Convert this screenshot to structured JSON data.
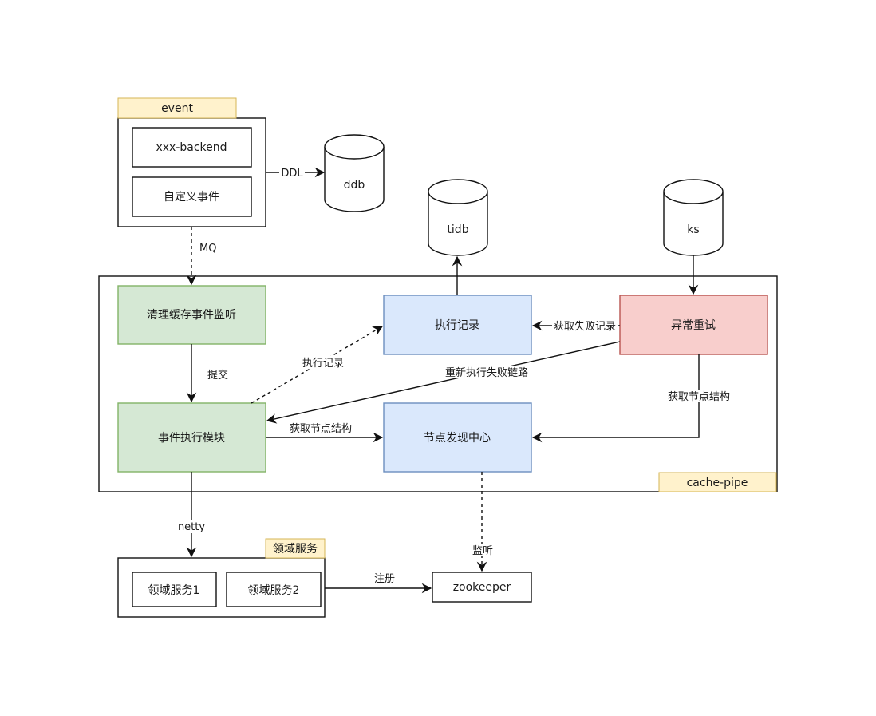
{
  "groups": {
    "event": {
      "tag": "event"
    },
    "cache_pipe": {
      "tag": "cache-pipe"
    },
    "domain_service": {
      "tag": "领域服务"
    }
  },
  "nodes": {
    "xxx_backend": "xxx-backend",
    "custom_event": "自定义事件",
    "ddb": "ddb",
    "tidb": "tidb",
    "ks": "ks",
    "cache_listener": "清理缓存事件监听",
    "exec_record": "执行记录",
    "retry": "异常重试",
    "event_exec": "事件执行模块",
    "node_discovery": "节点发现中心",
    "domain_service_1": "领域服务1",
    "domain_service_2": "领域服务2",
    "zookeeper": "zookeeper"
  },
  "edges": {
    "ddl": "DDL",
    "mq": "MQ",
    "submit": "提交",
    "exec_record": "执行记录",
    "fetch_failed": "获取失败记录",
    "rerun_failed": "重新执行失败链路",
    "fetch_structure_1": "获取节点结构",
    "fetch_structure_2": "获取节点结构",
    "netty": "netty",
    "listen": "监听",
    "register": "注册"
  },
  "colors": {
    "green_fill": "#d5e8d4",
    "green_stroke": "#82b366",
    "blue_fill": "#dae8fc",
    "blue_stroke": "#6c8ebf",
    "red_fill": "#f8cecc",
    "red_stroke": "#b85450",
    "yellow_fill": "#fff2cc",
    "yellow_stroke": "#d6b656"
  }
}
